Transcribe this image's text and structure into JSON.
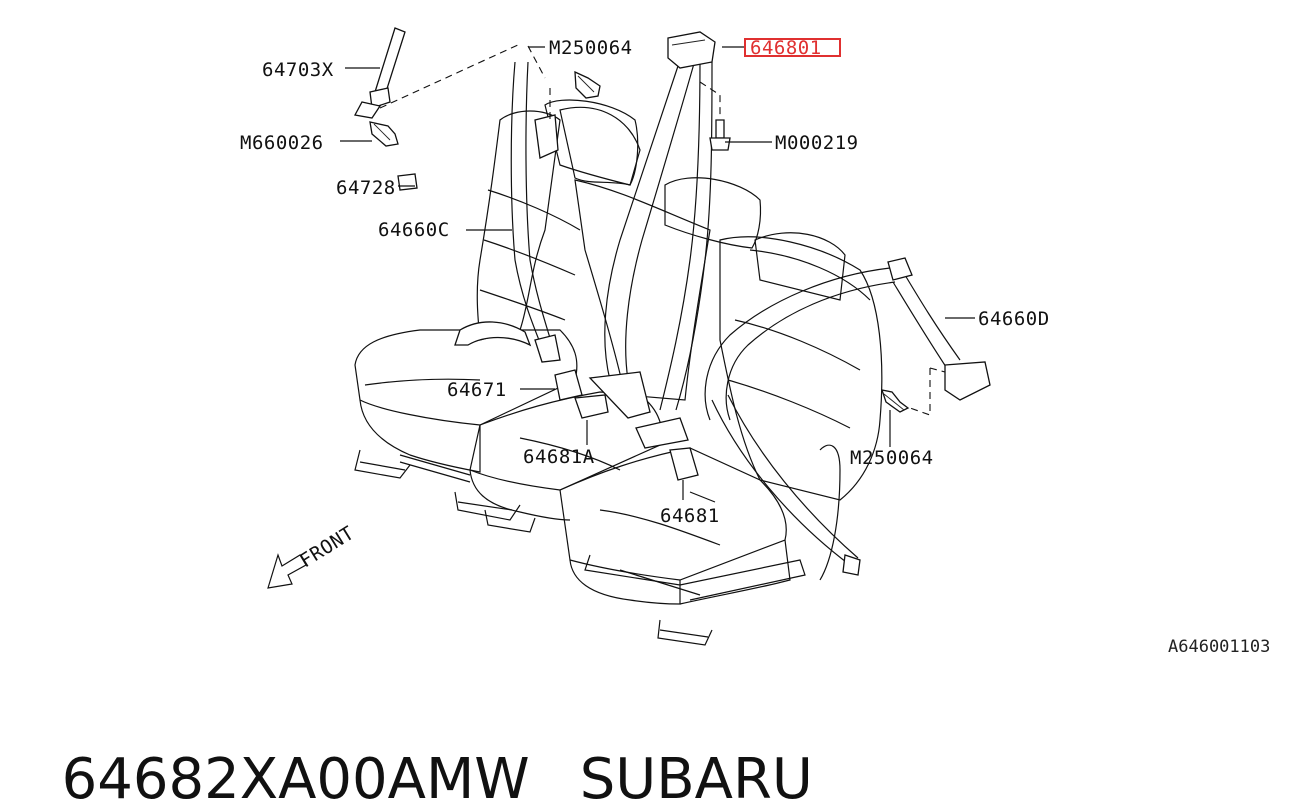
{
  "diagram": {
    "labels": {
      "p64703X": "64703X",
      "pM660026": "M660026",
      "p64728": "64728",
      "p64660C": "64660C",
      "pM250064_top": "M250064",
      "p646801": "646801",
      "pM000219": "M000219",
      "p64660D": "64660D",
      "p64671": "64671",
      "p64681A": "64681A",
      "p64681": "64681",
      "pM250064_right": "M250064",
      "front": "FRONT"
    },
    "reference_code": "A646001103",
    "highlight_color": "#e03030"
  },
  "caption": {
    "part_number": "64682XA00AMW",
    "brand": "SUBARU"
  }
}
